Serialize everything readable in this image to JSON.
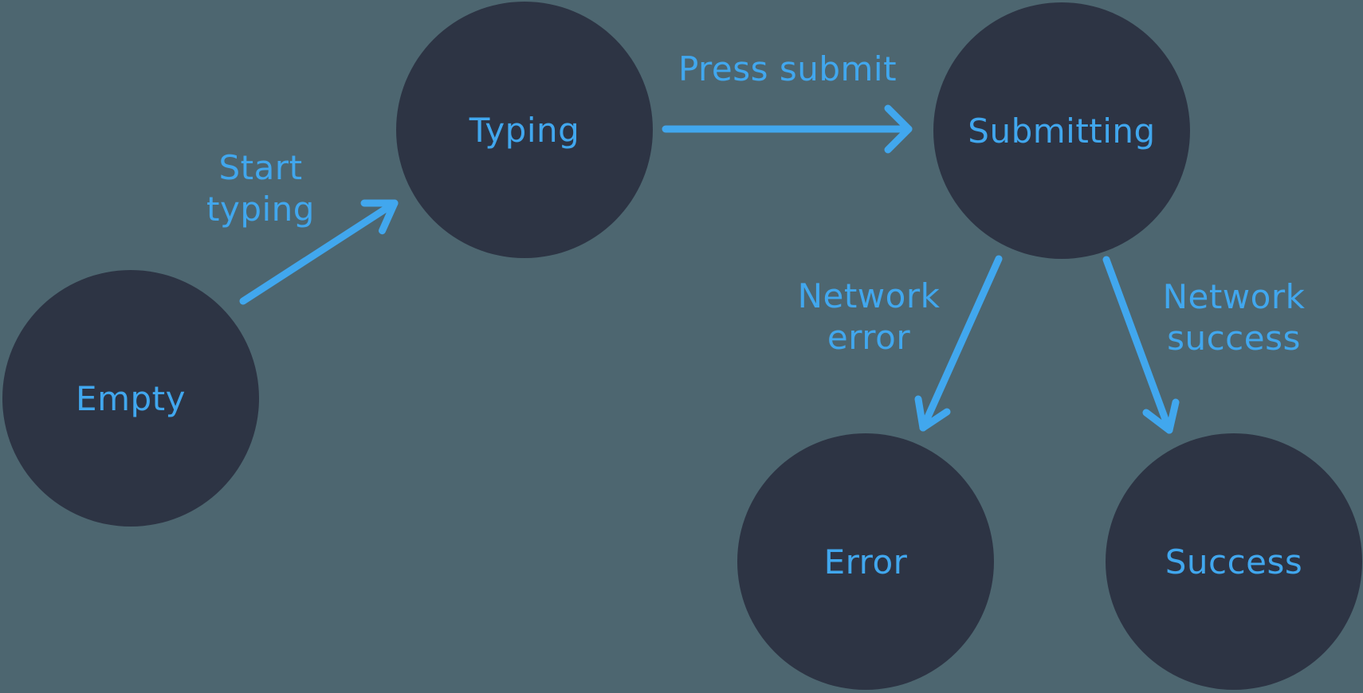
{
  "colors": {
    "background": "#4d6670",
    "node": "#2d3444",
    "accent": "#41a7ee"
  },
  "states": [
    {
      "id": "empty",
      "label": "Empty"
    },
    {
      "id": "typing",
      "label": "Typing"
    },
    {
      "id": "submitting",
      "label": "Submitting"
    },
    {
      "id": "error",
      "label": "Error"
    },
    {
      "id": "success",
      "label": "Success"
    }
  ],
  "transitions": [
    {
      "id": "start-typing",
      "label": "Start\ntyping",
      "from": "empty",
      "to": "typing"
    },
    {
      "id": "press-submit",
      "label": "Press submit",
      "from": "typing",
      "to": "submitting"
    },
    {
      "id": "network-error",
      "label": "Network\nerror",
      "from": "submitting",
      "to": "error"
    },
    {
      "id": "network-success",
      "label": "Network\nsuccess",
      "from": "submitting",
      "to": "success"
    }
  ]
}
